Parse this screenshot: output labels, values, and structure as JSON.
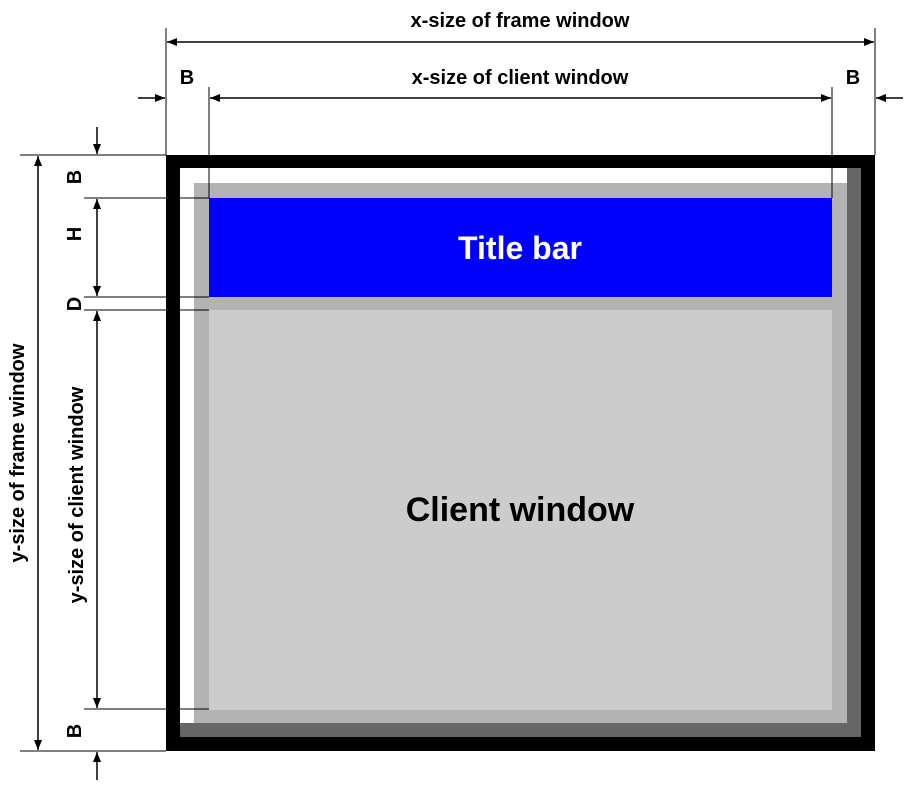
{
  "labels": {
    "x_frame": "x-size of frame window",
    "x_client": "x-size of client window",
    "y_frame": "y-size of frame window",
    "y_client": "y-size of client window",
    "title_bar": "Title bar",
    "client_window": "Client window",
    "border_left": "B",
    "border_right": "B",
    "border_top": "B",
    "border_bottom": "B",
    "title_height": "H",
    "divider": "D"
  },
  "colors": {
    "frame_border": "#000000",
    "outer_light": "#ffffff",
    "bevel_light": "#b3b3b3",
    "bevel_dark": "#666666",
    "client_fill": "#cccccc",
    "title_bar": "#0000ff"
  }
}
